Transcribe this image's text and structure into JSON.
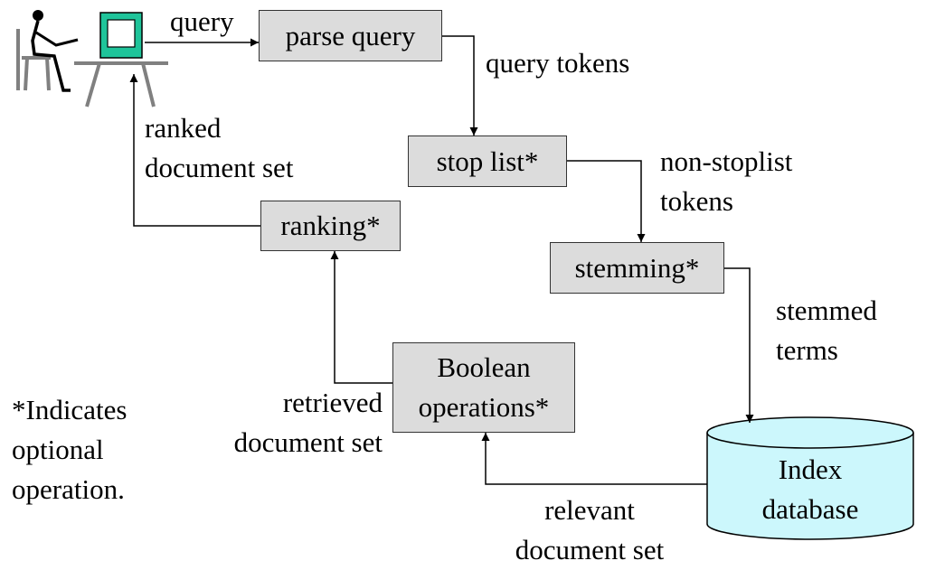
{
  "nodes": {
    "parse_query": "parse query",
    "stop_list": "stop list*",
    "stemming": "stemming*",
    "ranking": "ranking*",
    "boolean": [
      "Boolean",
      "operations*"
    ],
    "index_db": [
      "Index",
      "database"
    ]
  },
  "edges": {
    "query": "query",
    "query_tokens": "query tokens",
    "non_stoplist_tokens": [
      "non-stoplist",
      "tokens"
    ],
    "stemmed_terms": [
      "stemmed",
      "terms"
    ],
    "relevant_document_set": [
      "relevant",
      "document set"
    ],
    "retrieved_document_set": [
      "retrieved",
      "document set"
    ],
    "ranked_document_set": [
      "ranked",
      "document set"
    ]
  },
  "note": [
    "*Indicates",
    "optional",
    "operation."
  ],
  "colors": {
    "box_fill": "#dcdcdc",
    "monitor": "#1fc49a",
    "database_fill": "#ccf7fc",
    "user_figure": "#000000",
    "desk": "#808080"
  },
  "icons": [
    "user-at-computer-icon",
    "database-cylinder-icon"
  ]
}
